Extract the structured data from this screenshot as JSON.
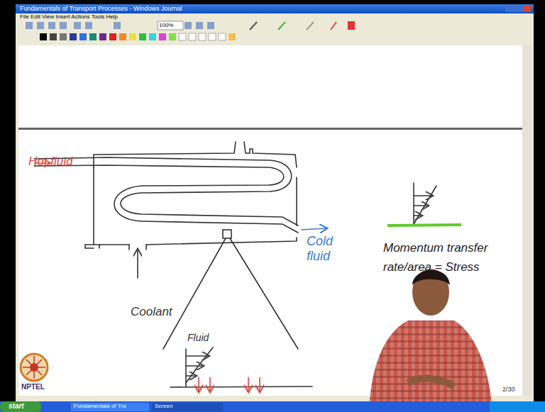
{
  "diagram": {
    "labels": [
      "Fundamentals of Transport Processes - Windows Journal",
      "File Edit View Insert Actions Tools Help",
      "100%",
      "Hot fluid",
      "Cold fluid",
      "Coolant",
      "Fluid",
      "Momentum transfer rate/area = Stress",
      "2/30",
      "NPTEL",
      "start",
      "Fundamentals of Tra",
      "Screen"
    ]
  }
}
